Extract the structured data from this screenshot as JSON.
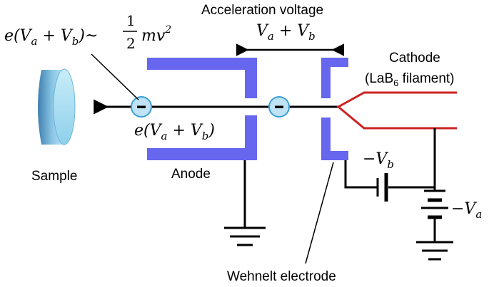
{
  "labels": {
    "acceleration_voltage": "Acceleration voltage",
    "cathode": "Cathode",
    "filament_prefix": "(LaB",
    "filament_sub": "6",
    "filament_suffix": " filament)",
    "sample": "Sample",
    "anode": "Anode",
    "wehnelt": "Wehnelt electrode"
  },
  "equations": {
    "energy_lhs": "e(V",
    "energy_sub_a": "a",
    "energy_plus": " + V",
    "energy_sub_b": "b",
    "energy_mid": ")~",
    "energy_frac_num": "1",
    "energy_frac_den": "2",
    "energy_rhs": "mv",
    "energy_rhs_sup": "2",
    "voltage_va": "V",
    "voltage_sub_a": "a",
    "voltage_plus": " + V",
    "voltage_sub_b": "b",
    "beam_energy_e": "e(V",
    "beam_energy_sub_a": "a",
    "beam_energy_plus": " + V",
    "beam_energy_sub_b": "b",
    "beam_energy_close": ")",
    "bias_minus_vb": "−V",
    "bias_minus_vb_sub": "b",
    "supply_minus_va": "−V",
    "supply_minus_va_sub": "a"
  },
  "particles": {
    "electron_symbol": "-"
  },
  "colors": {
    "electrode": "#6666ee",
    "filament": "#cc2222",
    "electron_fill": "#bfe3f5",
    "electron_stroke": "#3a9fd6",
    "sample_light": "#b7e4f4",
    "sample_dark": "#3f7fae",
    "wire": "#000000"
  }
}
